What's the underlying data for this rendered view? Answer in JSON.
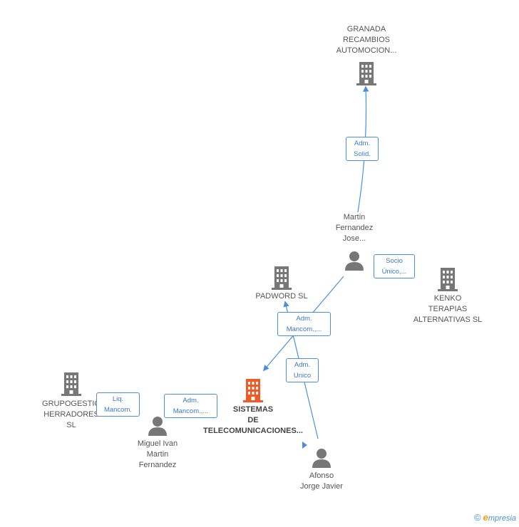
{
  "nodes": {
    "granada": {
      "lines": [
        "GRANADA",
        "RECAMBIOS",
        "AUTOMOCION..."
      ],
      "type": "company"
    },
    "martin_jose": {
      "lines": [
        "Martin",
        "Fernandez",
        "Jose..."
      ],
      "type": "person"
    },
    "padword": {
      "lines": [
        "PADWORD  SL"
      ],
      "type": "company"
    },
    "kenko": {
      "lines": [
        "KENKO",
        "TERAPIAS",
        "ALTERNATIVAS SL"
      ],
      "type": "company"
    },
    "grupogestion": {
      "lines": [
        "GRUPOGESTIO",
        "HERRADORES",
        "SL"
      ],
      "type": "company"
    },
    "sistemas": {
      "lines": [
        "SISTEMAS",
        "DE",
        "TELECOMUNICACIONES..."
      ],
      "type": "company-main"
    },
    "miguel": {
      "lines": [
        "Miguel Ivan",
        "Martin",
        "Fernandez"
      ],
      "type": "person"
    },
    "afonso": {
      "lines": [
        "Afonso",
        "Jorge Javier"
      ],
      "type": "person"
    }
  },
  "badges": {
    "adm_solid": [
      "Adm.",
      "Solid."
    ],
    "socio_unico": [
      "Socio",
      "Único,..."
    ],
    "adm_mancom_padword": [
      "Adm.",
      "Mancom.,..."
    ],
    "adm_unico": [
      "Adm.",
      "Unico"
    ],
    "liq_mancom": [
      "Liq.",
      "Mancom."
    ],
    "adm_mancom_miguel": [
      "Adm.",
      "Mancom.,..."
    ]
  },
  "colors": {
    "edge": "#4a90d9",
    "company": "#777777",
    "main": "#f15a24",
    "person": "#777777"
  },
  "footer": {
    "copyright": "©",
    "brand_initial": "e",
    "brand_rest": "mpresia"
  }
}
